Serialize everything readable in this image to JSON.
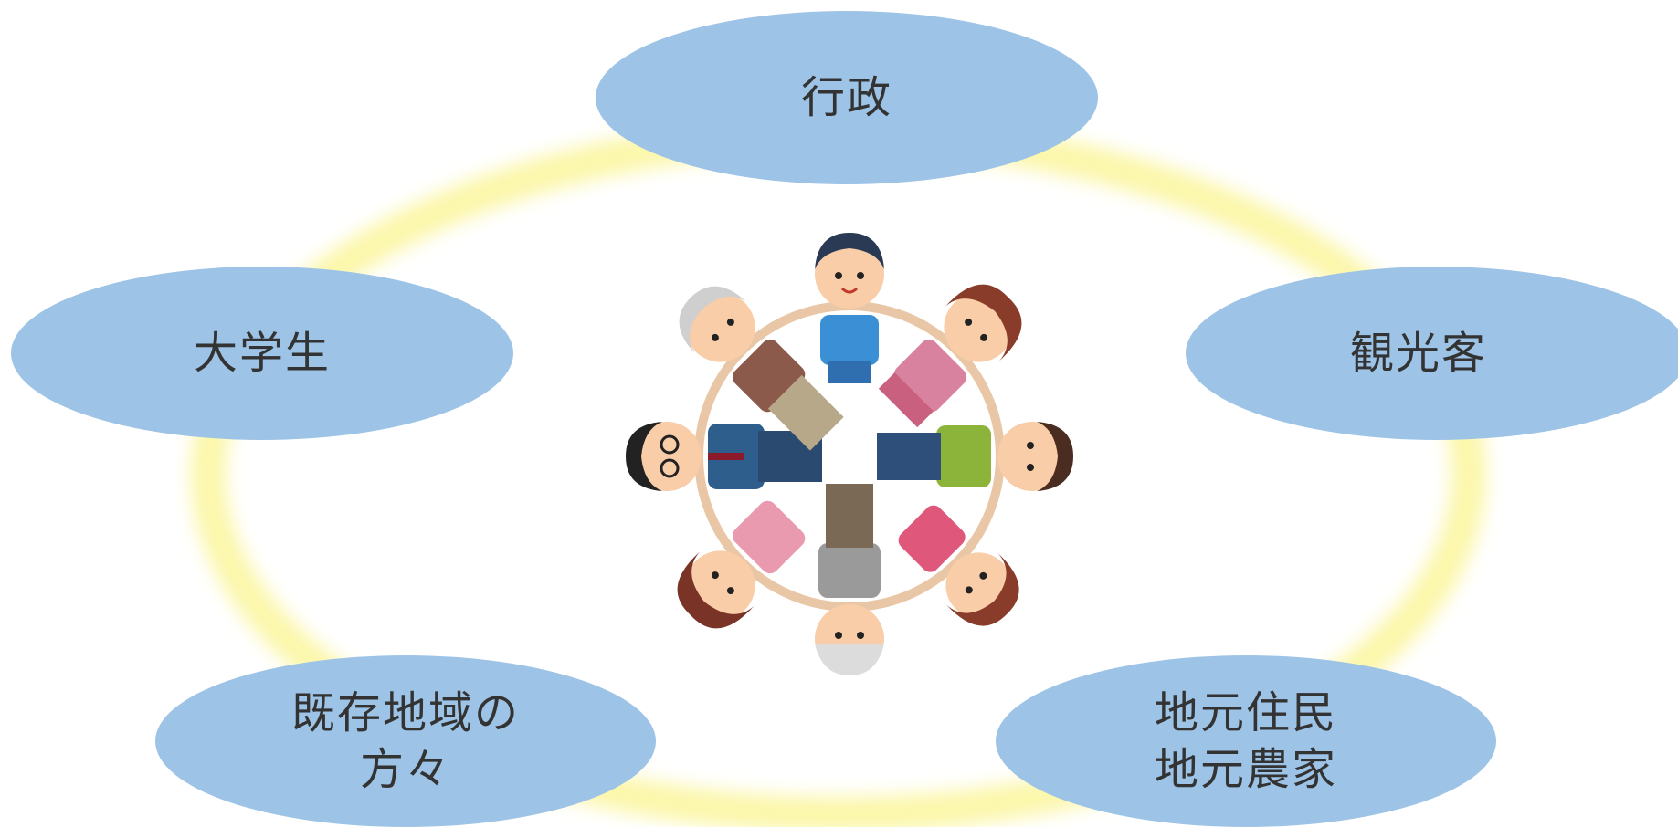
{
  "colors": {
    "bubble_fill": "#9dc3e6",
    "bubble_text": "#333333",
    "ring_glow": "#fbf59a",
    "background": "#ffffff"
  },
  "center_graphic": {
    "icon": "people-holding-hands-circle-icon"
  },
  "stakeholders": {
    "gyosei": {
      "label": "行政"
    },
    "daigakusei": {
      "label": "大学生"
    },
    "kankokyaku": {
      "label": "観光客"
    },
    "kizon_chiiki": {
      "line1": "既存地域の",
      "line2": "方々"
    },
    "jimoto": {
      "line1": "地元住民",
      "line2": "地元農家"
    }
  }
}
